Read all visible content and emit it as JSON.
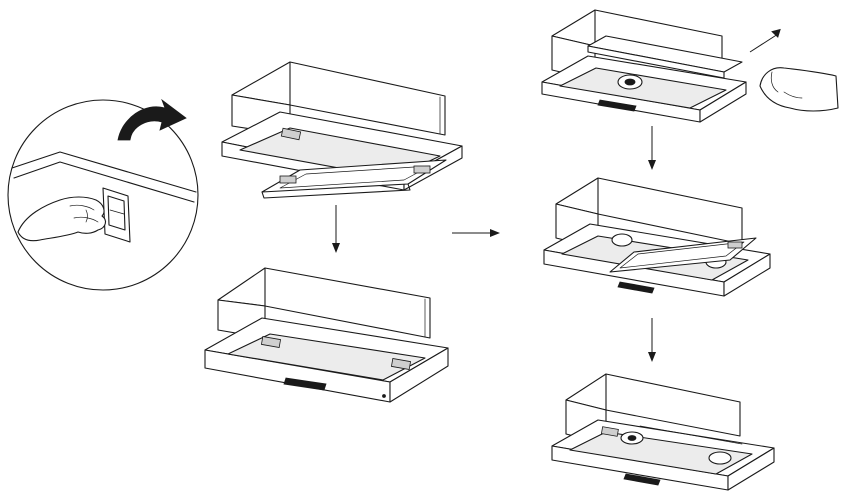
{
  "figure": {
    "type": "instruction-illustration",
    "colors": {
      "line": "#1a1a1a",
      "background": "#ffffff",
      "shade": "#ececec"
    },
    "steps": [
      {
        "name": "hand-turning-wall-switch",
        "icon": "rotate-arrow-icon"
      },
      {
        "name": "hood-filter-panel-open"
      },
      {
        "name": "hood-filter-panel-closed"
      },
      {
        "name": "hand-pulling-hood-visor",
        "icon": "pull-arrow-icon"
      },
      {
        "name": "hood-filter-panel-swung-down"
      },
      {
        "name": "hood-filter-removed"
      }
    ]
  }
}
